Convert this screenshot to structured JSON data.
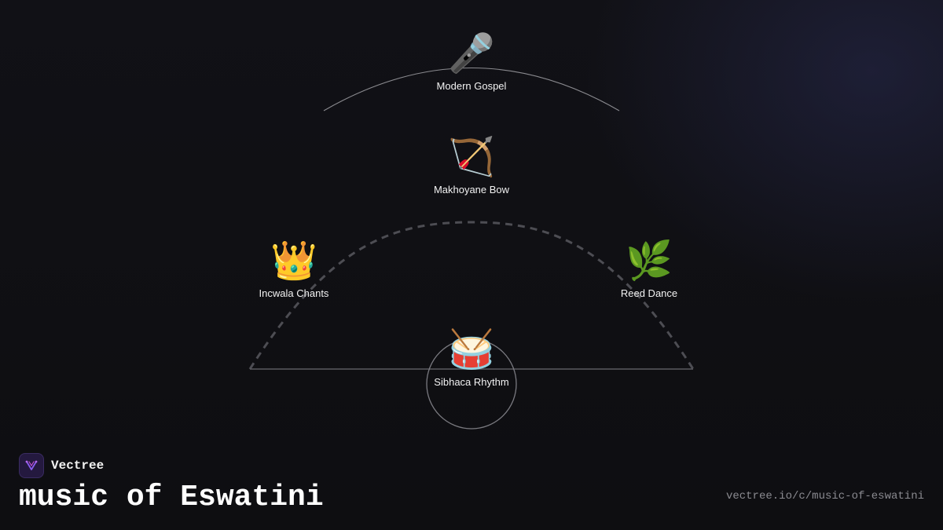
{
  "nodes": [
    {
      "id": "modern-gospel",
      "label": "Modern Gospel",
      "icon": "microphone-icon",
      "glyph": "🎤"
    },
    {
      "id": "makhoyane-bow",
      "label": "Makhoyane Bow",
      "icon": "bow-and-arrow-icon",
      "glyph": "🏹"
    },
    {
      "id": "incwala-chants",
      "label": "Incwala Chants",
      "icon": "crown-icon",
      "glyph": "👑"
    },
    {
      "id": "reed-dance",
      "label": "Reed Dance",
      "icon": "herb-icon",
      "glyph": "🌿"
    },
    {
      "id": "sibhaca-rhythm",
      "label": "Sibhaca Rhythm",
      "icon": "drum-icon",
      "glyph": "🥁"
    }
  ],
  "brand": {
    "name": "Vectree",
    "icon": "vectree-logo-icon"
  },
  "title": "music of Eswatini",
  "url": "vectree.io/c/music-of-eswatini",
  "colors": {
    "background": "#0f0f12",
    "accent": "#7b4fd6",
    "line": "#7a7a80",
    "dashed": "#4a4a50"
  }
}
